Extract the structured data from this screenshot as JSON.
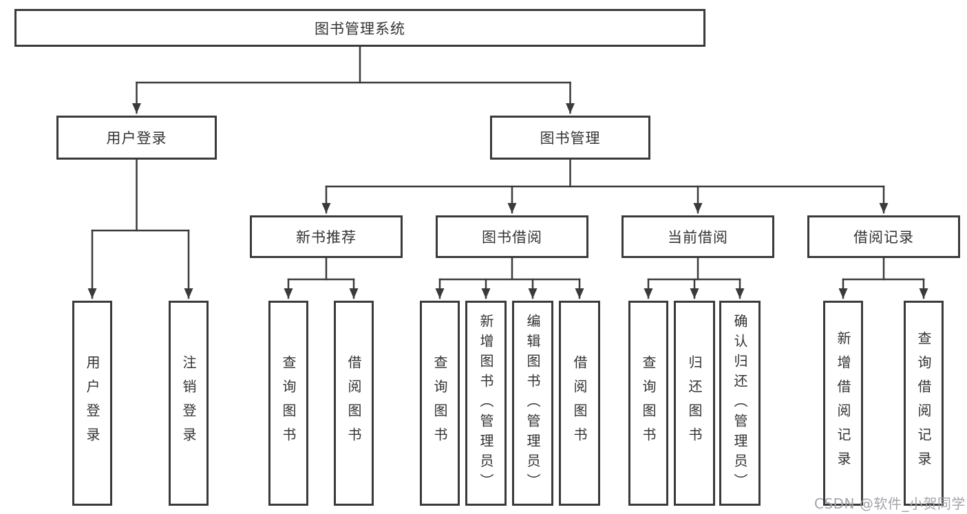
{
  "diagram": {
    "root": {
      "label": "图书管理系统"
    },
    "level2": [
      {
        "label": "用户登录"
      },
      {
        "label": "图书管理"
      }
    ],
    "level3": [
      {
        "label": "新书推荐"
      },
      {
        "label": "图书借阅"
      },
      {
        "label": "当前借阅"
      },
      {
        "label": "借阅记录"
      }
    ],
    "leaves": [
      {
        "label": "用户登录",
        "parent": "用户登录"
      },
      {
        "label": "注销登录",
        "parent": "用户登录"
      },
      {
        "label": "查询图书",
        "parent": "新书推荐"
      },
      {
        "label": "借阅图书",
        "parent": "新书推荐"
      },
      {
        "label": "查询图书",
        "parent": "图书借阅"
      },
      {
        "label": "新增图书（管理员）",
        "parent": "图书借阅"
      },
      {
        "label": "编辑图书（管理员）",
        "parent": "图书借阅"
      },
      {
        "label": "借阅图书",
        "parent": "图书借阅"
      },
      {
        "label": "查询图书",
        "parent": "当前借阅"
      },
      {
        "label": "归还图书",
        "parent": "当前借阅"
      },
      {
        "label": "确认归还（管理员）",
        "parent": "当前借阅"
      },
      {
        "label": "新增借阅记录",
        "parent": "借阅记录"
      },
      {
        "label": "查询借阅记录",
        "parent": "借阅记录"
      }
    ],
    "colors": {
      "line": "#3a3a3a",
      "box_fill": "#ffffff",
      "text": "#333333"
    }
  },
  "watermark": {
    "text": "CSDN @软件_小贺同学",
    "color": "#a3a3aa"
  }
}
